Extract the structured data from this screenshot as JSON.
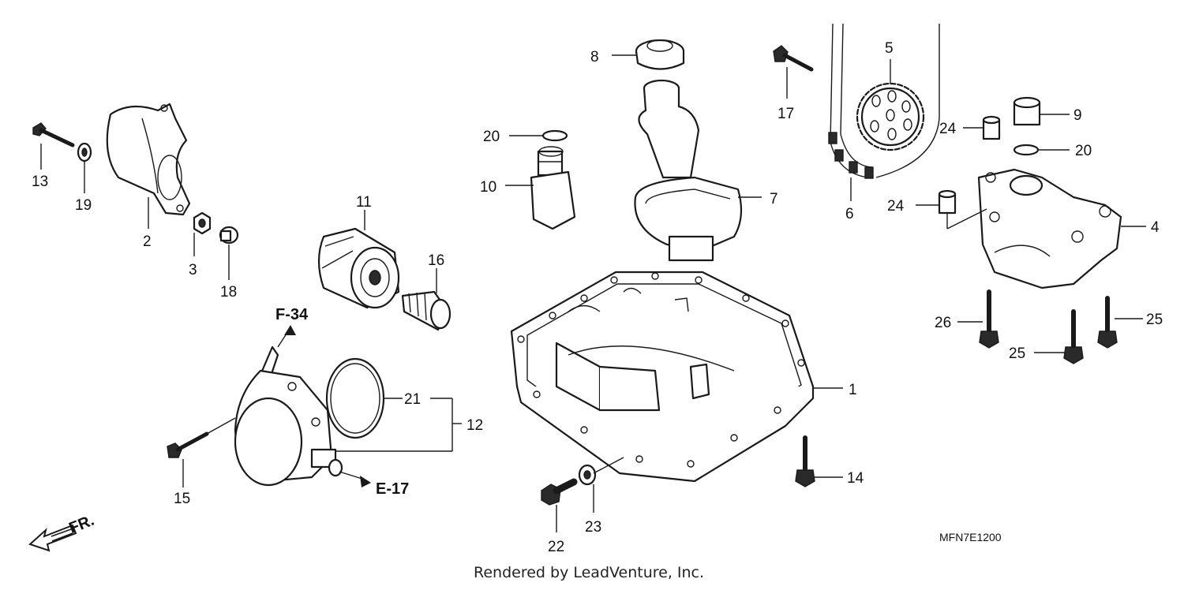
{
  "diagram": {
    "callouts": {
      "c1": "1",
      "c2": "2",
      "c3": "3",
      "c4": "4",
      "c5": "5",
      "c6": "6",
      "c7": "7",
      "c8": "8",
      "c9": "9",
      "c10": "10",
      "c11": "11",
      "c12": "12",
      "c13": "13",
      "c14": "14",
      "c15": "15",
      "c16": "16",
      "c17": "17",
      "c18": "18",
      "c19": "19",
      "c20a": "20",
      "c20b": "20",
      "c21": "21",
      "c22": "22",
      "c23": "23",
      "c24a": "24",
      "c24b": "24",
      "c25a": "25",
      "c25b": "25",
      "c26": "26"
    },
    "references": {
      "f34": "F-34",
      "e17": "E-17",
      "front": "FR."
    },
    "diagram_code": "MFN7E1200",
    "credit": "Rendered by LeadVenture, Inc."
  },
  "colors": {
    "line": "#1a1a1a",
    "background": "#ffffff"
  }
}
